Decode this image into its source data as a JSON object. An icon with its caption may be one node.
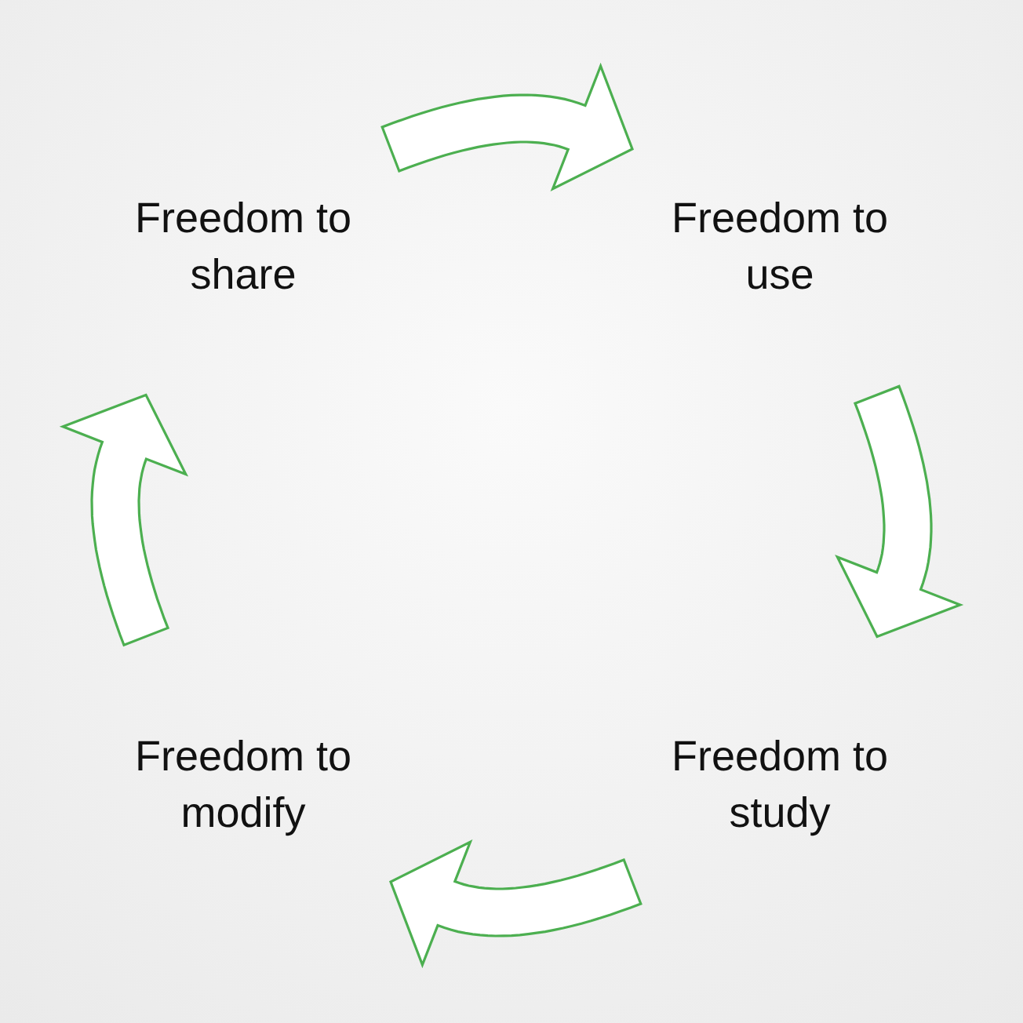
{
  "diagram": {
    "nodes": [
      {
        "text": [
          "Freedom to share"
        ]
      },
      {
        "text": [
          "Freedom to use"
        ]
      },
      {
        "text": [
          "Freedom to study"
        ]
      },
      {
        "text": [
          "Freedom to modify"
        ]
      }
    ],
    "edges": [
      {
        "from": 0,
        "to": 1,
        "arrow": "to"
      },
      {
        "from": 1,
        "to": 2,
        "arrow": "to"
      },
      {
        "from": 2,
        "to": 3,
        "arrow": "to"
      },
      {
        "from": 3,
        "to": 0,
        "arrow": "to"
      }
    ]
  }
}
